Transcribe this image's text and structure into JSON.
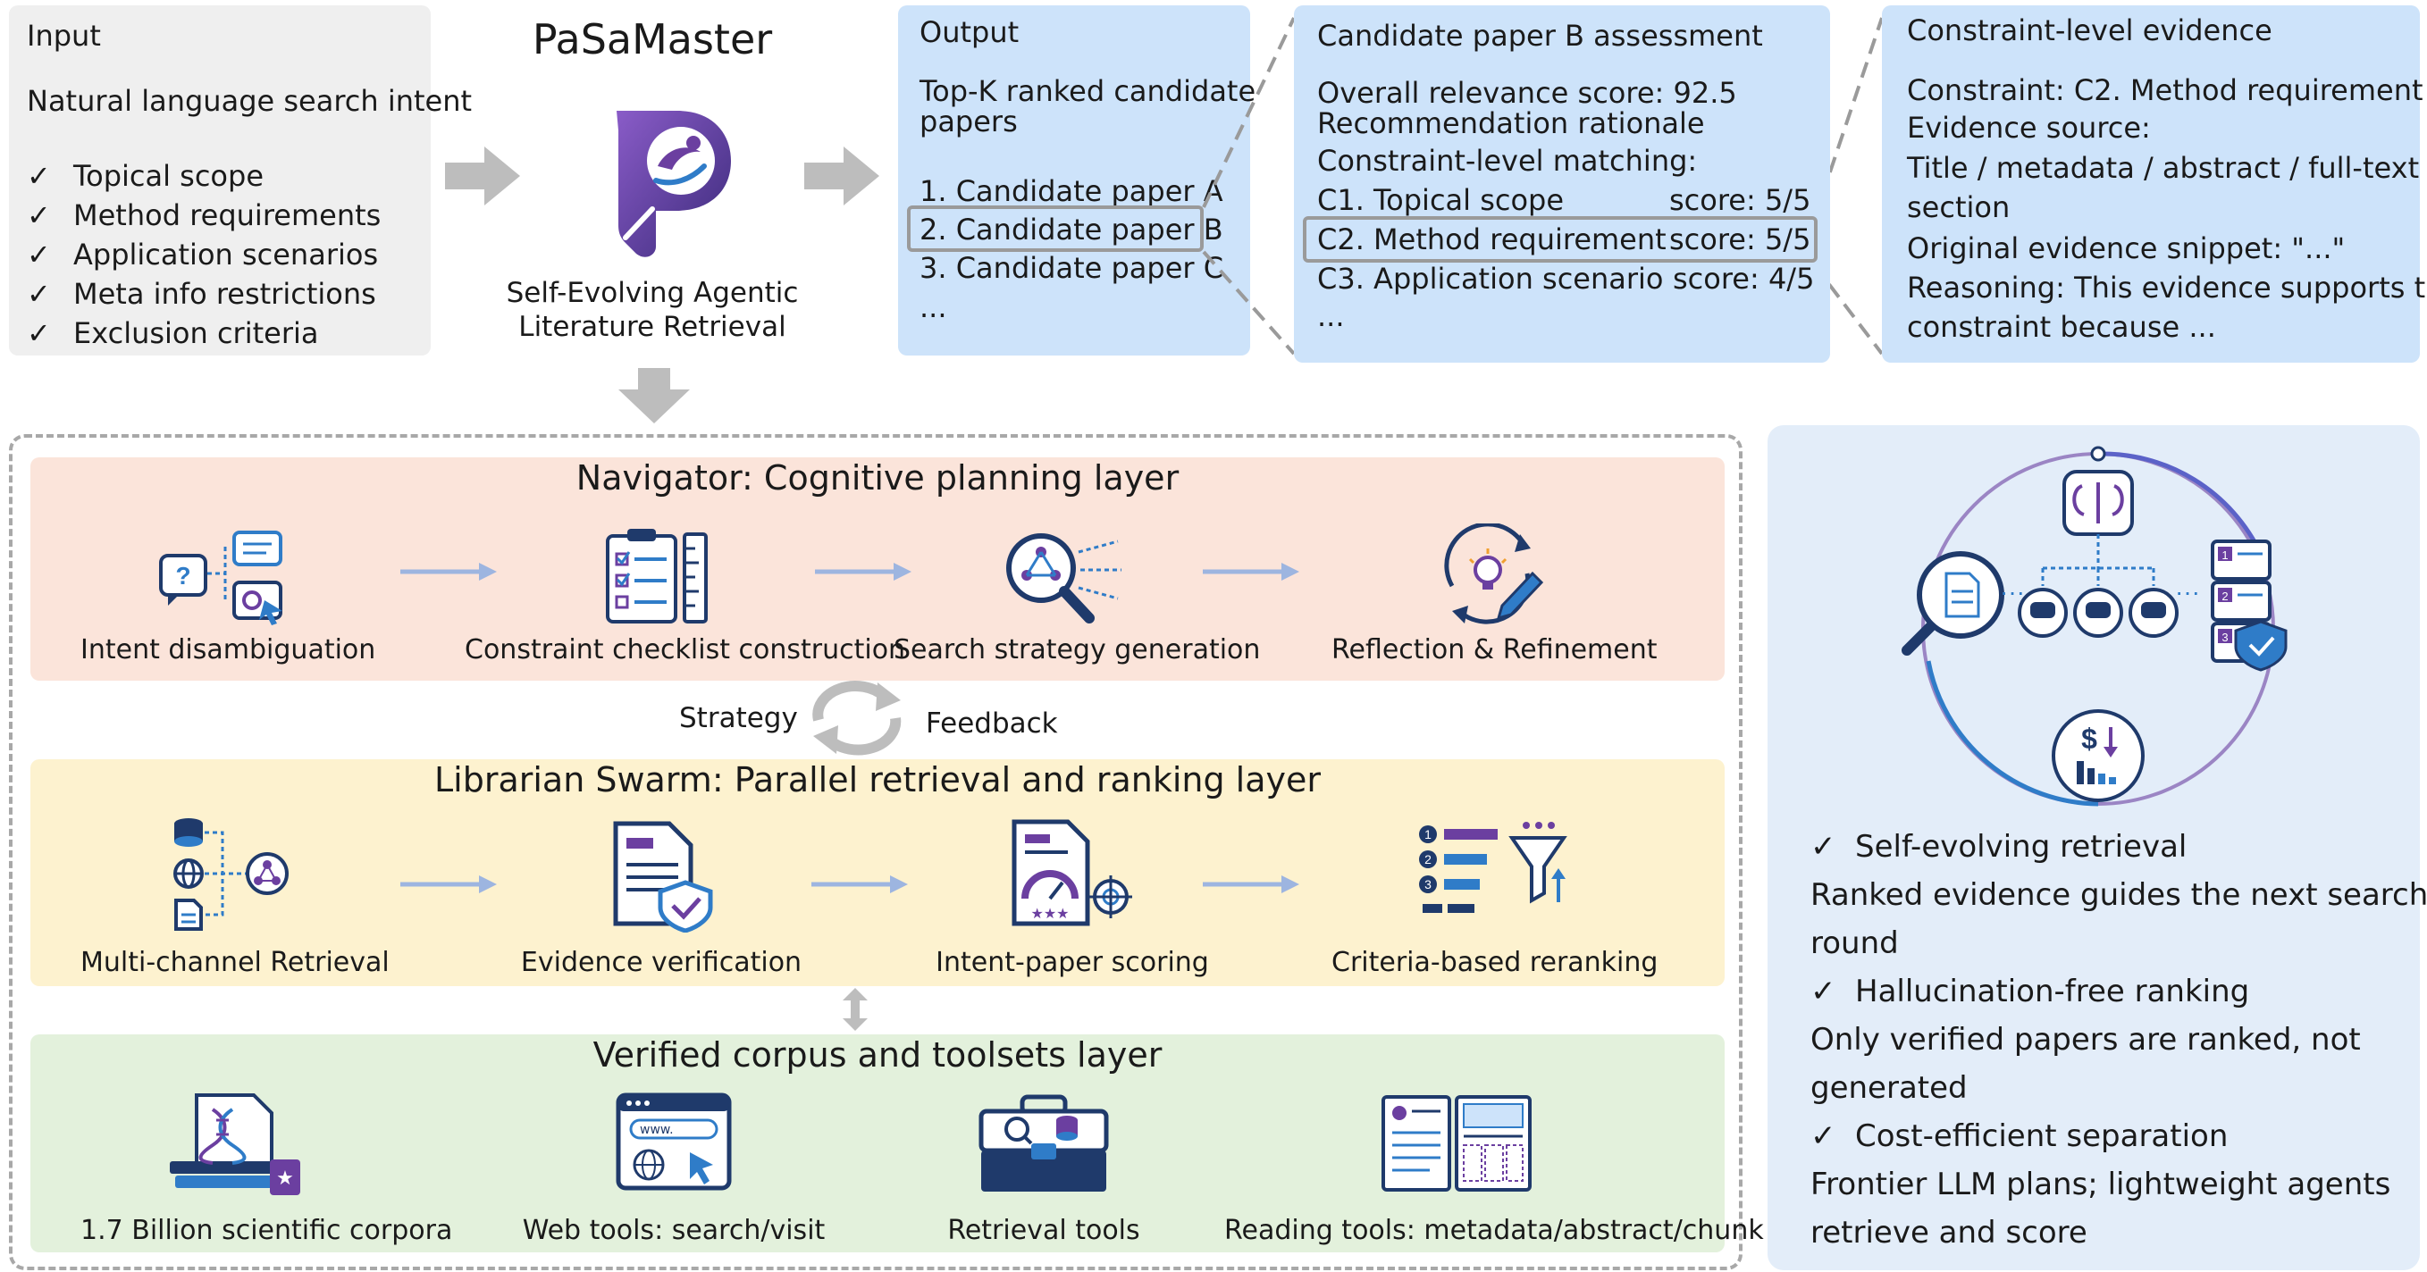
{
  "input": {
    "title": "Input",
    "intent": "Natural language search intent",
    "check": "✓",
    "items": [
      "Topical scope",
      "Method requirements",
      "Application scenarios",
      "Meta info restrictions",
      "Exclusion criteria"
    ]
  },
  "brand": {
    "name": "PaSaMaster",
    "subtitle_line1": "Self-Evolving Agentic",
    "subtitle_line2": "Literature Retrieval"
  },
  "output": {
    "title": "Output",
    "desc_line1": "Top-K ranked candidate",
    "desc_line2": "papers",
    "items": [
      "1. Candidate paper A",
      "2. Candidate paper B",
      "3. Candidate paper C",
      "..."
    ]
  },
  "assessment": {
    "title": "Candidate paper B assessment",
    "overall": "Overall relevance score: 92.5",
    "rationale": "Recommendation rationale",
    "matching": "Constraint-level matching:",
    "rows": [
      {
        "name": "C1. Topical scope",
        "score": "score: 5/5"
      },
      {
        "name": "C2. Method requirement",
        "score": "score: 5/5"
      },
      {
        "name": "C3. Application scenario",
        "score": "score: 4/5"
      }
    ],
    "more": "..."
  },
  "evidence": {
    "title": "Constraint-level evidence",
    "lines": [
      "Constraint: C2. Method requirement",
      "Evidence source:",
      "Title / metadata / abstract / full-text",
      "section",
      "Original evidence snippet: \"...\"",
      "Reasoning: This evidence supports the",
      "constraint because ..."
    ]
  },
  "navigator": {
    "title": "Navigator:  Cognitive planning layer",
    "steps": [
      "Intent disambiguation",
      "Constraint checklist construction",
      "Search strategy generation",
      "Reflection & Refinement"
    ]
  },
  "loop": {
    "left": "Strategy",
    "right": "Feedback"
  },
  "librarian": {
    "title": "Librarian Swarm:  Parallel retrieval and ranking layer",
    "steps": [
      "Multi-channel Retrieval",
      "Evidence verification",
      "Intent-paper scoring",
      "Criteria-based reranking"
    ]
  },
  "corpus": {
    "title": "Verified corpus and toolsets layer",
    "steps": [
      "1.7 Billion scientific corpora",
      "Web tools: search/visit",
      "Retrieval tools",
      "Reading tools: metadata/abstract/chunk"
    ],
    "web_text": "www."
  },
  "benefits": {
    "check": "✓",
    "items": [
      {
        "title": "Self-evolving retrieval",
        "line1": "Ranked evidence guides the next search",
        "line2": "round"
      },
      {
        "title": "Hallucination-free ranking",
        "line1": "Only verified papers are ranked, not",
        "line2": "generated"
      },
      {
        "title": "Cost-efficient separation",
        "line1": "Frontier LLM plans; lightweight agents",
        "line2": "retrieve and score"
      }
    ],
    "list_numbers": [
      "1",
      "2",
      "3"
    ],
    "dollar": "$"
  },
  "colors": {
    "input_bg": "#efefef",
    "blue_bg": "#cde3fa",
    "nav_bg": "#fbe4da",
    "lib_bg": "#fdf2cf",
    "corpus_bg": "#e3f1dc",
    "side_bg": "#e3edf9",
    "arrow_gray": "#bdbdbd",
    "arrow_blue": "#9db5e0",
    "icon_navy": "#1f3a6b",
    "icon_purple": "#6b3fa0",
    "icon_blue": "#2f7cc8"
  }
}
